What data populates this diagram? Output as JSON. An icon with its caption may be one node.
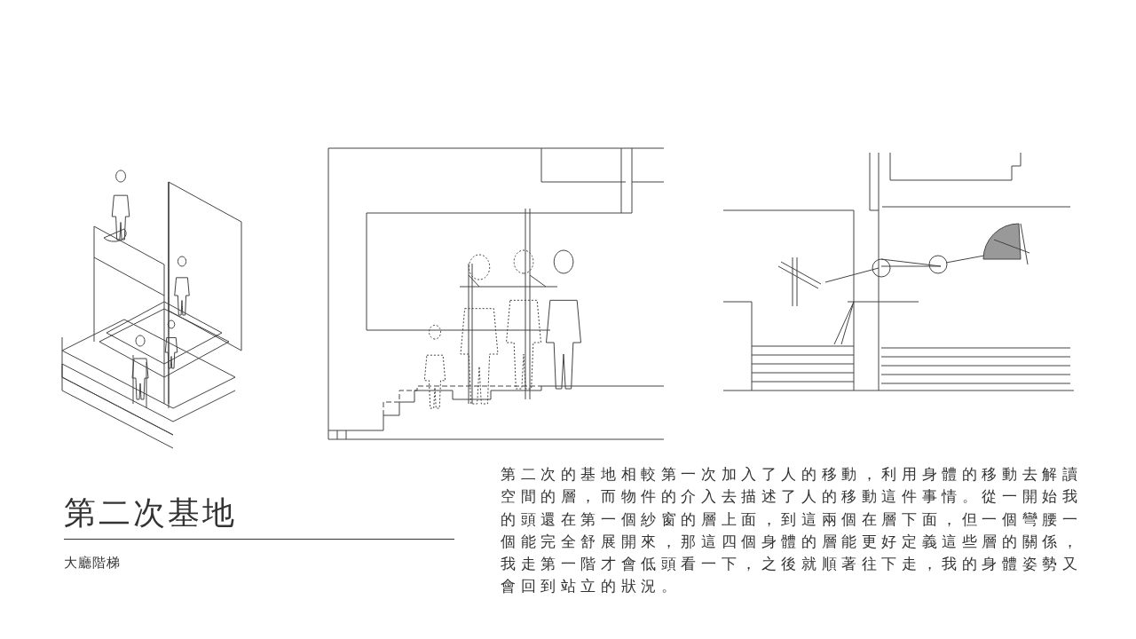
{
  "diagram": {
    "title": "第二次基地",
    "labels": [
      "大廳階梯",
      "第二次的基地相較第一次加入了人的移動，利用身體的移動去解讀空間的層，而物件的介入去描述了人的移動這件事情。從一開始我的頭還在第一個紗窗的層上面，到這兩個在層下面，但一個彎腰一個能完全舒展開來，那這四個身體的層能更好定義這些層的關係，我走第一階才會低頭看一下，之後就順著往下走，我的身體姿勢又會回到站立的狀況。"
    ]
  }
}
